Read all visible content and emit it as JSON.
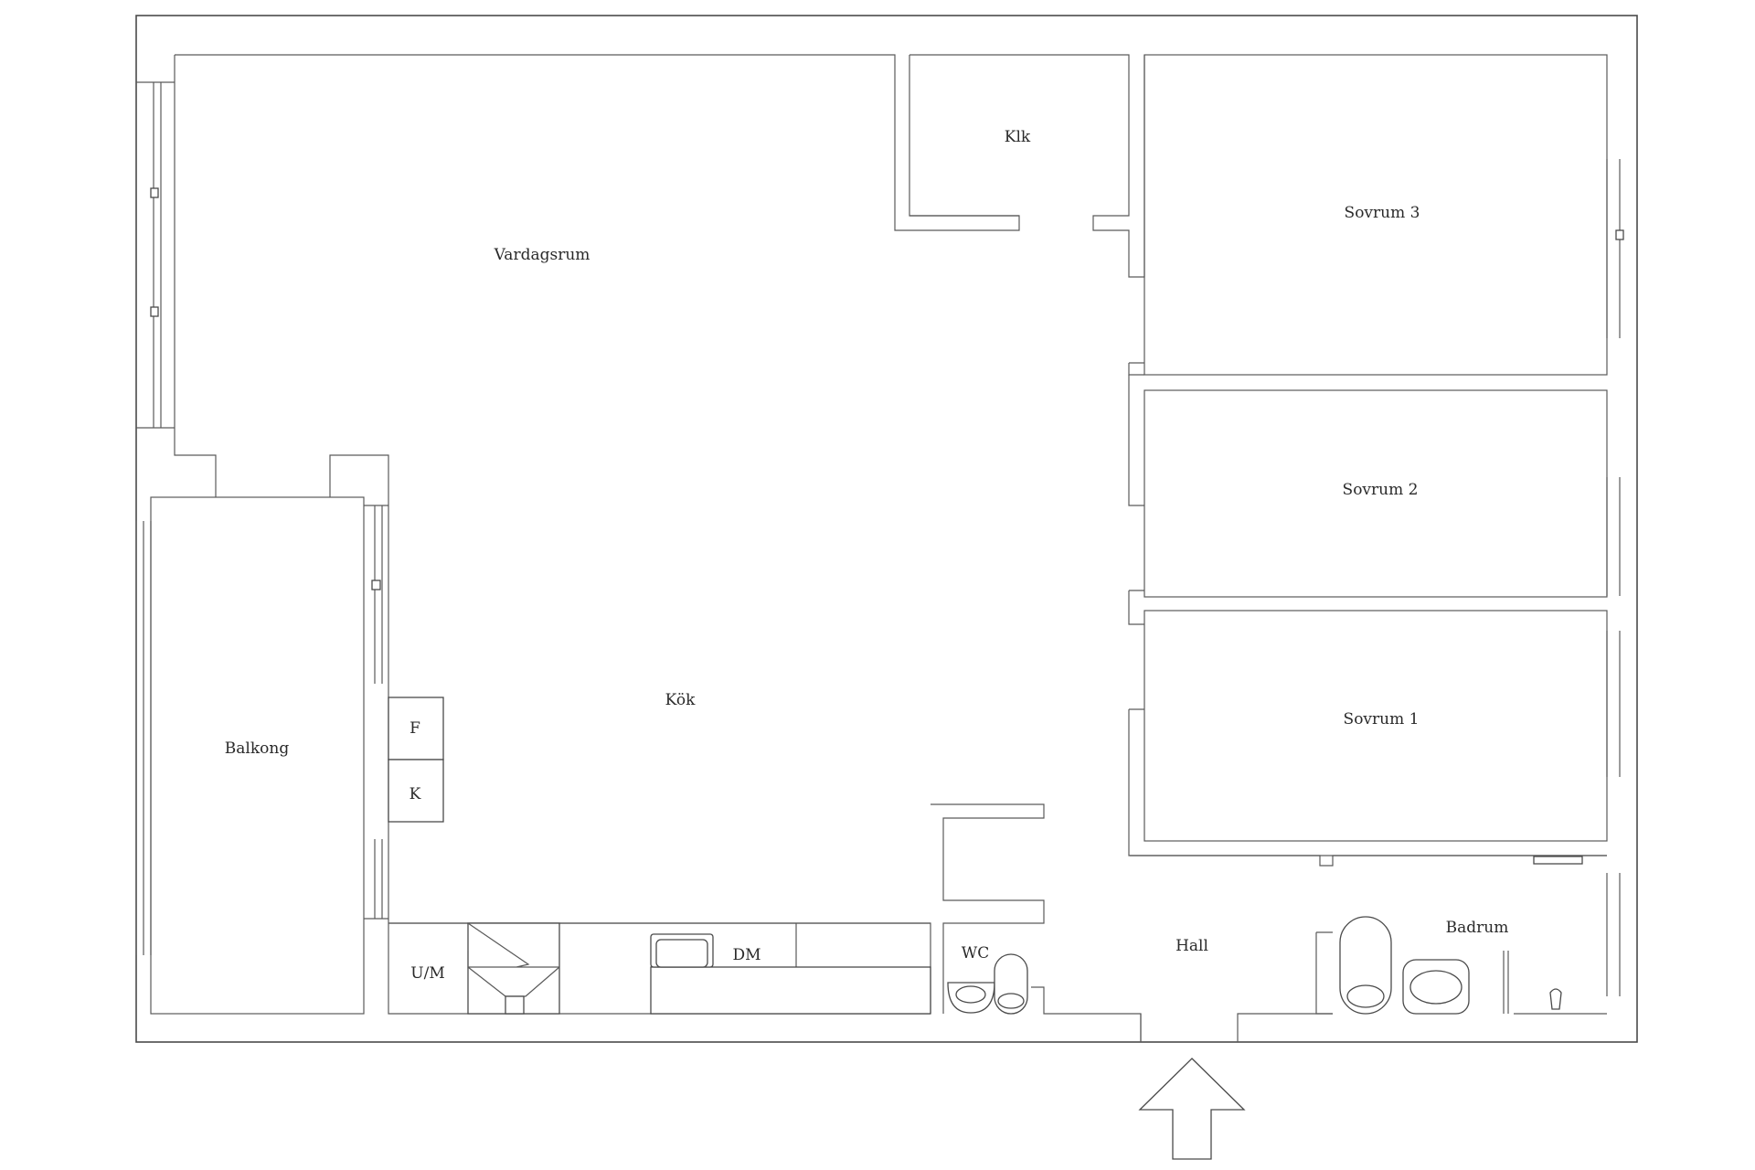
{
  "rooms": {
    "vardagsrum": "Vardagsrum",
    "klk": "Klk",
    "sovrum3": "Sovrum 3",
    "sovrum2": "Sovrum 2",
    "sovrum1": "Sovrum 1",
    "kok": "Kök",
    "balkong": "Balkong",
    "hall": "Hall",
    "badrum": "Badrum",
    "wc": "WC"
  },
  "fixtures": {
    "fridge": "F",
    "freezer": "K",
    "washer": "U/M",
    "dishwasher": "DM"
  },
  "colors": {
    "line": "#4a4a4a",
    "text": "#2a2a2a",
    "background": "#ffffff"
  },
  "icons": {
    "entrance": "arrow-up-icon"
  }
}
